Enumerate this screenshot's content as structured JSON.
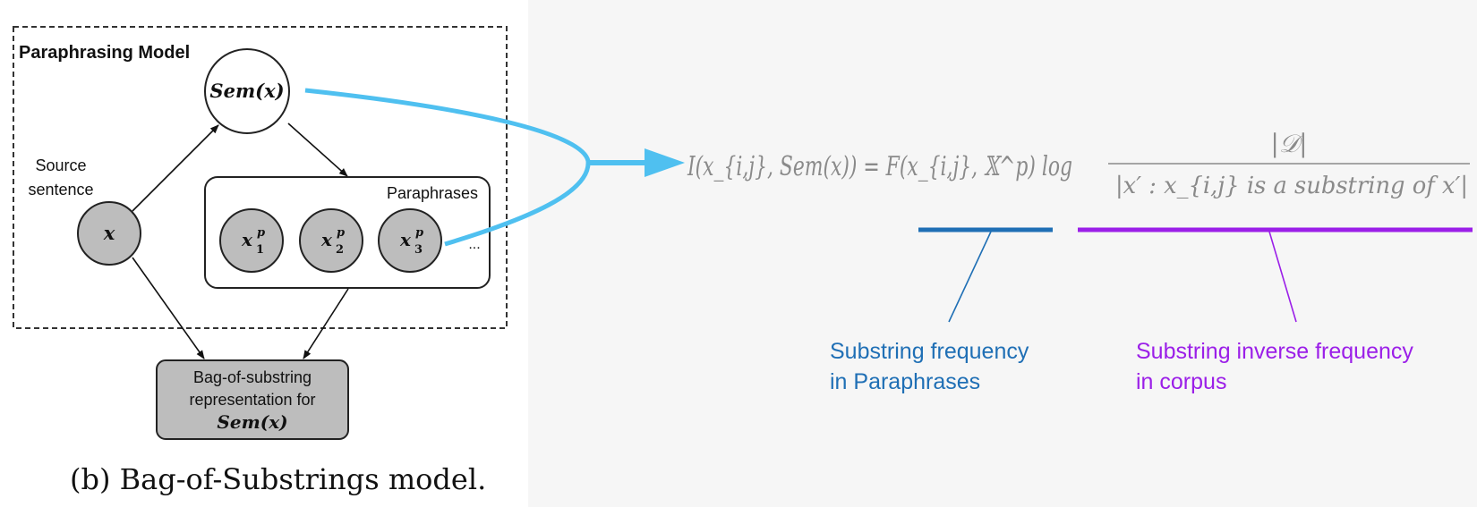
{
  "model_box": {
    "title": "Paraphrasing Model"
  },
  "nodes": {
    "sem": "Sem(x)",
    "source_label": "Source sentence",
    "source_line1": "Source",
    "source_line2": "sentence",
    "x": "x",
    "paraphrases_label": "Paraphrases",
    "p1": "x",
    "p2": "x",
    "p3": "x",
    "p_sup": "p",
    "p1_sub": "1",
    "p2_sub": "2",
    "p3_sub": "3",
    "ellipsis": "...",
    "bag_line1": "Bag-of-substring",
    "bag_line2": "representation for",
    "bag_line3": "Sem(x)"
  },
  "caption": "(b) Bag-of-Substrings model.",
  "equation": {
    "lhs": "I(x_{i,j}, Sem(x)) = F(x_{i,j}, 𝕏^p) log",
    "numerator": "|𝒟|",
    "denominator": "|x′ : x_{i,j} is a substring of x′|"
  },
  "annotations": {
    "freq_label": "Substring frequency\nin Paraphrases",
    "inv_freq_label": "Substring inverse frequency\nin corpus"
  },
  "colors": {
    "arrow": "#4fc0f0",
    "freq": "#1f6fb5",
    "inv_freq": "#9b1fe8",
    "node_fill": "#bdbdbd",
    "equation": "#8a8a8a"
  }
}
